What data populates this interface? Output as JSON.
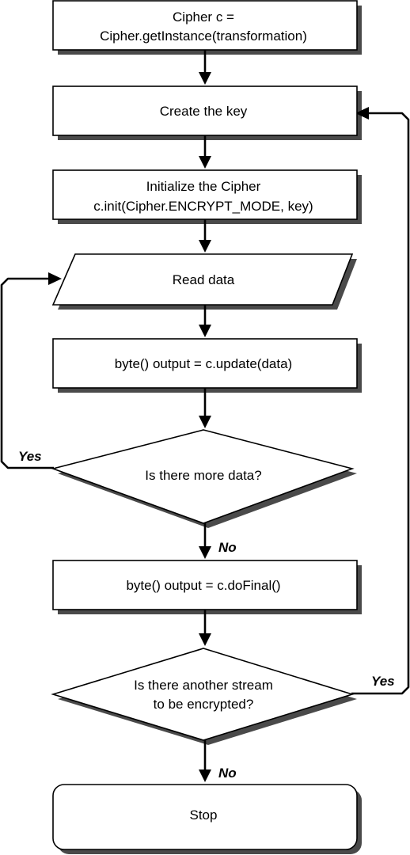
{
  "nodes": {
    "cipher_instance": {
      "line1": "Cipher c =",
      "line2": "Cipher.getInstance(transformation)"
    },
    "create_key": {
      "text": "Create the key"
    },
    "init_cipher": {
      "line1": "Initialize the Cipher",
      "line2": "c.init(Cipher.ENCRYPT_MODE, key)"
    },
    "read_data": {
      "text": "Read data"
    },
    "update": {
      "text": "byte() output = c.update(data)"
    },
    "more_data": {
      "text": "Is there more data?"
    },
    "do_final": {
      "text": "byte() output = c.doFinal()"
    },
    "another_stream": {
      "line1": "Is there another stream",
      "line2": "to be encrypted?"
    },
    "stop": {
      "text": "Stop"
    }
  },
  "edge_labels": {
    "more_data_yes": "Yes",
    "more_data_no": "No",
    "another_stream_yes": "Yes",
    "another_stream_no": "No"
  }
}
